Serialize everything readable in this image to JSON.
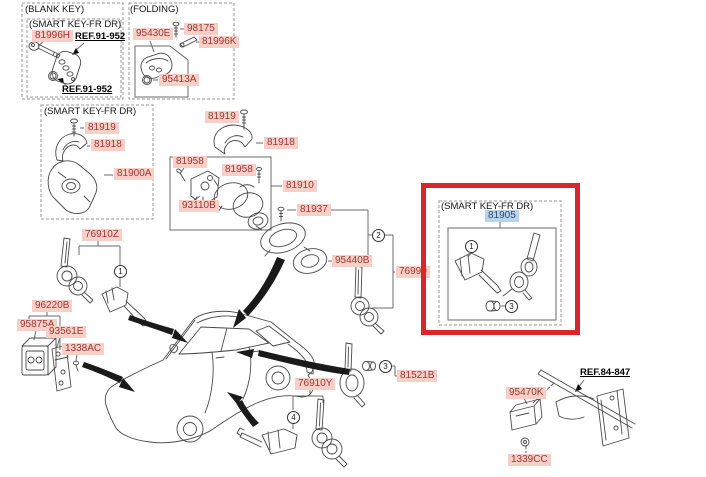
{
  "colors": {
    "label_bg": "#f5cfc8",
    "label_text": "#9e3730",
    "highlight_bg": "#b9d3ea",
    "highlight_text": "#2a4a6d",
    "selection_box": "#d9252b",
    "line_art": "#4a4a4a"
  },
  "captions": {
    "blank_key": "(BLANK KEY)",
    "blank_key_smart": "(SMART KEY-FR DR)",
    "folding": "(FOLDING)",
    "column_smart": "(SMART KEY-FR DR)",
    "selected_smart": "(SMART KEY-FR DR)"
  },
  "parts": {
    "fob_blank": "81996H",
    "fob_folding": "95430E",
    "screw_folding": "98175",
    "blank_folding": "81996K",
    "ring_folding": "95413A",
    "screw_left": "81919",
    "cover_left": "81918",
    "housing_left": "81900A",
    "screw_mid": "81919",
    "cover_mid": "81918",
    "screw_ign_a": "81958",
    "screw_ign_b": "81958",
    "ign_lock": "93110B",
    "ign_body": "81910",
    "screw_coil": "81937",
    "coil_ring": "95440B",
    "key_set": "76990",
    "lock_front": "76910Z",
    "bracket_set": "96220B",
    "module": "95875A",
    "bracket": "93561E",
    "bolt": "1338AC",
    "lock_rear": "76910Y",
    "key_sub": "81521B",
    "antenna": "95470K",
    "clip": "1339CC"
  },
  "selected_part": "81905",
  "refs": {
    "r91952_top": "REF.91-952",
    "r91952_bottom": "REF.91-952",
    "r84847": "REF.84-847"
  },
  "callouts": {
    "front_lock": "1",
    "ignition": "2",
    "sel_lock": "1",
    "sel_cap": "3",
    "cap": "3",
    "rear_lock": "4"
  }
}
